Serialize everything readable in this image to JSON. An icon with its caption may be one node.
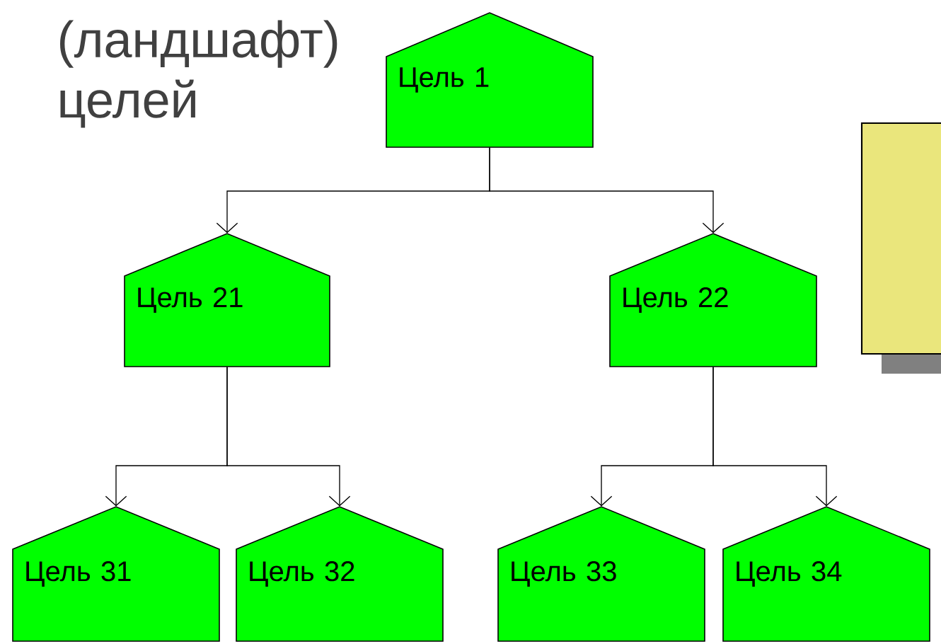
{
  "diagram": {
    "title": "(ландшафт) целей",
    "nodes": [
      {
        "text": [
          "Цель 1"
        ]
      },
      {
        "text": [
          "Цель 21"
        ]
      },
      {
        "text": [
          "Цель 22"
        ]
      },
      {
        "text": [
          "Цель 31"
        ]
      },
      {
        "text": [
          "Цель 32"
        ]
      },
      {
        "text": [
          "Цель 33"
        ]
      },
      {
        "text": [
          "Цель 34"
        ]
      },
      {
        "text": [],
        "shape": "box"
      }
    ],
    "edges": [
      {
        "from": 0,
        "to": 1,
        "arrow": "to"
      },
      {
        "from": 0,
        "to": 2,
        "arrow": "to"
      },
      {
        "from": 1,
        "to": 3,
        "arrow": "to"
      },
      {
        "from": 1,
        "to": 4,
        "arrow": "to"
      },
      {
        "from": 2,
        "to": 5,
        "arrow": "to"
      },
      {
        "from": 2,
        "to": 6,
        "arrow": "to"
      }
    ]
  }
}
